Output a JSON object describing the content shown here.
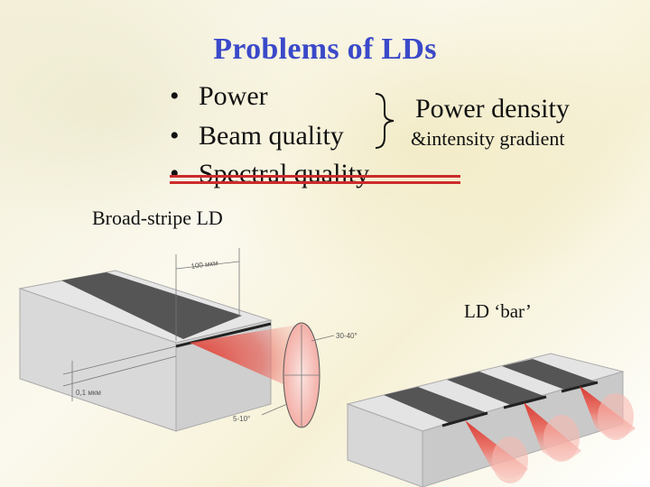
{
  "slide": {
    "title": "Problems of LDs",
    "bullets": [
      {
        "text": "Power",
        "struck": false
      },
      {
        "text": "Beam quality",
        "struck": false
      },
      {
        "text": "Spectral quality",
        "struck": true
      }
    ],
    "bullet_glyph": "•",
    "grouped_label_line1": "Power density",
    "grouped_label_line2": "&intensity gradient",
    "label_broad_stripe": "Broad-stripe LD",
    "label_bar": "LD ‘bar’"
  },
  "diagram_labels": {
    "stripe_width": "100 мкм",
    "thickness": "0,1 мкм",
    "angle_fast": "30-40°",
    "angle_slow": "5-10°"
  },
  "colors": {
    "title": "#3a49c9",
    "strike": "#cc2b2b",
    "beam": "#e0342a",
    "stripe": "#555555",
    "chip_top": "#e6e6e6",
    "chip_front": "#c9c9c9"
  }
}
